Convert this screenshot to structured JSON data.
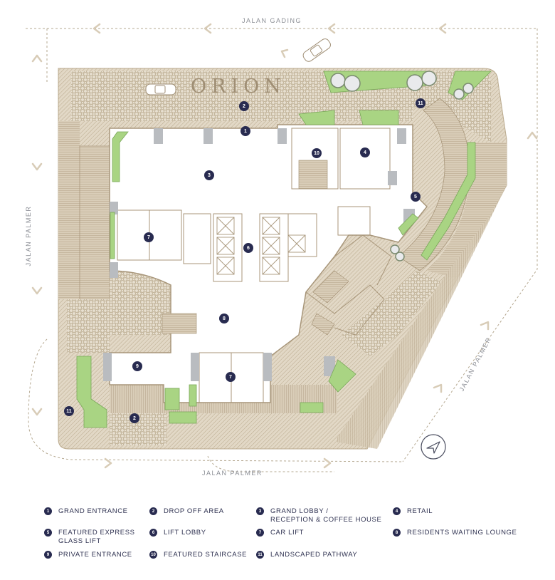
{
  "brand": "ORION",
  "roads": {
    "top": "JALAN GADING",
    "left": "JALAN PALMER",
    "bottom": "JALAN PALMER",
    "right": "JALAN PALMER"
  },
  "markers": [
    {
      "id": "m1",
      "label": "1"
    },
    {
      "id": "m2a",
      "label": "2"
    },
    {
      "id": "m2b",
      "label": "2"
    },
    {
      "id": "m3",
      "label": "3"
    },
    {
      "id": "m4",
      "label": "4"
    },
    {
      "id": "m5",
      "label": "5"
    },
    {
      "id": "m6",
      "label": "6"
    },
    {
      "id": "m7a",
      "label": "7"
    },
    {
      "id": "m7b",
      "label": "7"
    },
    {
      "id": "m8",
      "label": "8"
    },
    {
      "id": "m9",
      "label": "9"
    },
    {
      "id": "m10",
      "label": "10"
    },
    {
      "id": "m11a",
      "label": "11"
    },
    {
      "id": "m11b",
      "label": "11"
    }
  ],
  "legend": [
    {
      "num": "1",
      "label": "GRAND ENTRANCE"
    },
    {
      "num": "2",
      "label": "DROP OFF AREA"
    },
    {
      "num": "3",
      "label": "GRAND LOBBY /\nRECEPTION & COFFEE HOUSE"
    },
    {
      "num": "4",
      "label": "RETAIL"
    },
    {
      "num": "5",
      "label": "FEATURED EXPRESS\nGLASS LIFT"
    },
    {
      "num": "6",
      "label": "LIFT LOBBY"
    },
    {
      "num": "7",
      "label": "CAR LIFT"
    },
    {
      "num": "8",
      "label": "RESIDENTS WAITING LOUNGE"
    },
    {
      "num": "9",
      "label": "PRIVATE ENTRANCE"
    },
    {
      "num": "10",
      "label": "FEATURED STAIRCASE"
    },
    {
      "num": "11",
      "label": "LANDSCAPED PATHWAY"
    }
  ],
  "colors": {
    "paving": "#c9bca6",
    "wall": "#a8967a",
    "landscape": "#a9d483",
    "marker": "#282b50",
    "road_text": "#8b8e95",
    "brand": "#9f8e74"
  }
}
